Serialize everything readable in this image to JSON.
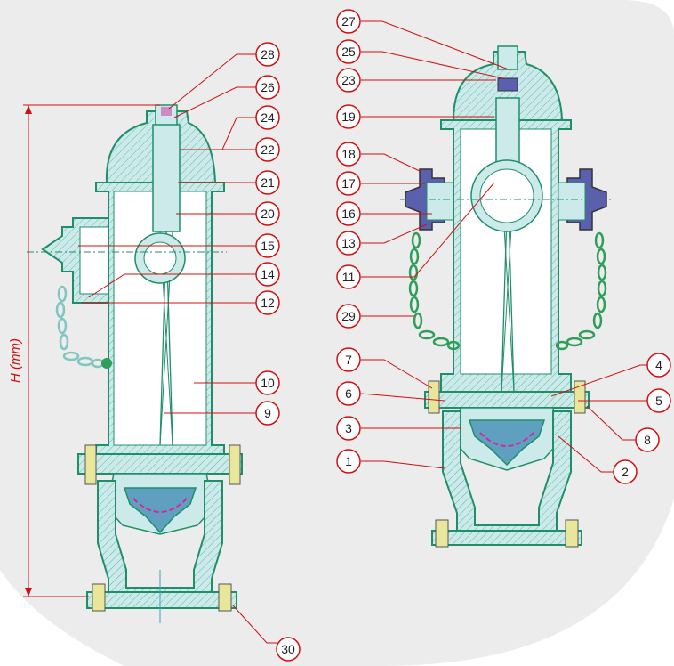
{
  "dimension": {
    "label": "H (mm)"
  },
  "colors": {
    "background_blob": "#ececec",
    "body_fill": "#cdeaea",
    "body_stroke": "#1f8f6a",
    "leader": "#d01010",
    "bonnet_fill": "#5a5fae",
    "bolt_fill": "#e8e69a",
    "chain": "#2f9e5a",
    "pink": "#d02aa0"
  },
  "left_view": {
    "callouts": [
      "28",
      "26",
      "24",
      "22",
      "21",
      "20",
      "15",
      "14",
      "12",
      "10",
      "9",
      "30"
    ]
  },
  "right_view": {
    "callouts_left": [
      "27",
      "25",
      "23",
      "19",
      "18",
      "17",
      "16",
      "13",
      "11",
      "29",
      "7",
      "6",
      "3",
      "1"
    ],
    "callouts_right": [
      "4",
      "5",
      "8",
      "2"
    ]
  }
}
